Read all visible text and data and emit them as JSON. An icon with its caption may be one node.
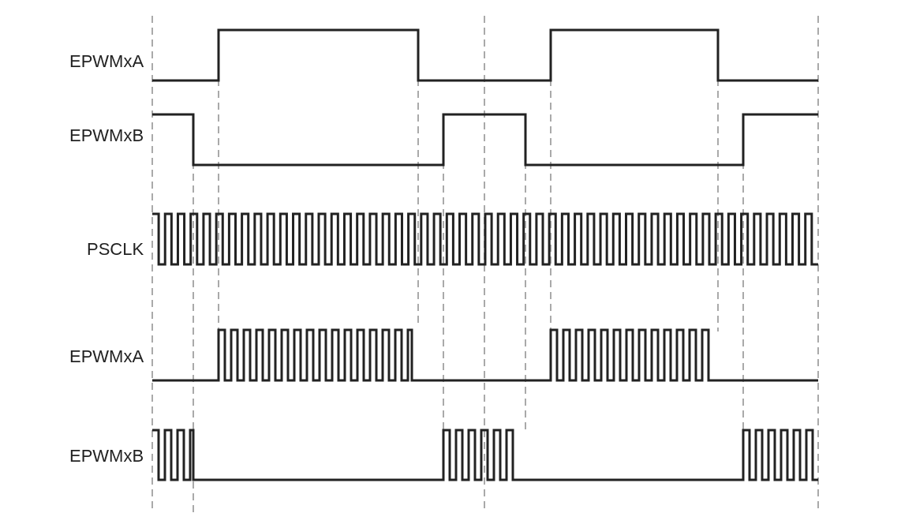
{
  "diagram": {
    "labels": [
      "EPWMxA",
      "EPWMxB",
      "PSCLK",
      "EPWMxA",
      "EPWMxB"
    ]
  }
}
